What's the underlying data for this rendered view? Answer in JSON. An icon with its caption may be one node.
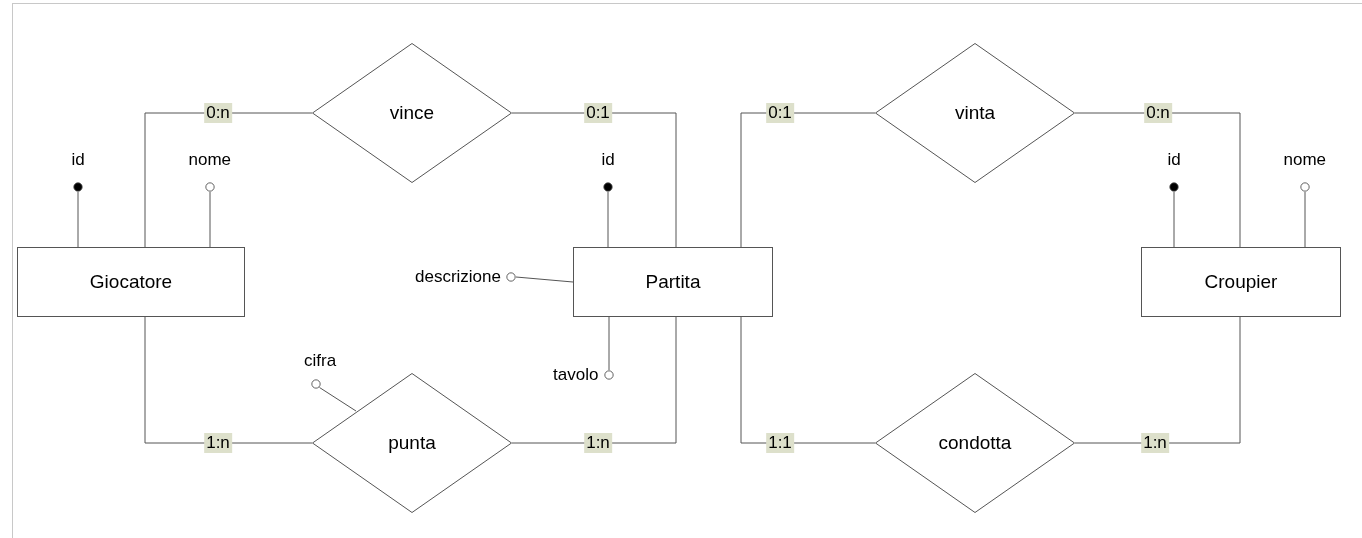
{
  "diagram": {
    "nodes": [
      {
        "text": [
          "vince"
        ]
      },
      {
        "text": [
          "vinta"
        ]
      },
      {
        "text": [],
        "shape": "dot",
        "beside": [
          "id"
        ]
      },
      {
        "text": [],
        "shape": "circle",
        "beside": [
          "nome"
        ]
      },
      {
        "text": [],
        "shape": "dot",
        "beside": [
          "id"
        ]
      },
      {
        "text": [],
        "shape": "dot",
        "beside": [
          "id"
        ]
      },
      {
        "text": [],
        "shape": "circle",
        "beside": [
          "nome"
        ]
      },
      {
        "text": [
          "Giocatore"
        ]
      },
      {
        "text": [],
        "shape": "circle",
        "beside": [
          "descrizione"
        ]
      },
      {
        "text": [
          "Partita"
        ]
      },
      {
        "text": [
          "Croupier"
        ]
      },
      {
        "text": [],
        "shape": "circle",
        "beside": [
          "cifra"
        ]
      },
      {
        "text": [],
        "shape": "circle",
        "beside": [
          "tavolo"
        ]
      },
      {
        "text": [
          "punta"
        ]
      },
      {
        "text": [
          "condotta"
        ]
      }
    ],
    "edges": [
      {
        "from": 7,
        "to": 0,
        "arrow": "none",
        "label": "0:n"
      },
      {
        "from": 0,
        "to": 9,
        "arrow": "none",
        "label": "0:1"
      },
      {
        "from": 9,
        "to": 1,
        "arrow": "none",
        "label": "0:1"
      },
      {
        "from": 1,
        "to": 10,
        "arrow": "none",
        "label": "0:n"
      },
      {
        "from": 7,
        "to": 13,
        "arrow": "none",
        "label": "1:n"
      },
      {
        "from": 13,
        "to": 9,
        "arrow": "none",
        "label": "1:n"
      },
      {
        "from": 9,
        "to": 14,
        "arrow": "none",
        "label": "1:1"
      },
      {
        "from": 14,
        "to": 10,
        "arrow": "none",
        "label": "1:n"
      },
      {
        "from": 2,
        "to": 7,
        "arrow": "none"
      },
      {
        "from": 3,
        "to": 7,
        "arrow": "none"
      },
      {
        "from": 4,
        "to": 9,
        "arrow": "none"
      },
      {
        "from": 8,
        "to": 9,
        "arrow": "none"
      },
      {
        "from": 12,
        "to": 9,
        "arrow": "none"
      },
      {
        "from": 11,
        "to": 13,
        "arrow": "none"
      },
      {
        "from": 5,
        "to": 10,
        "arrow": "none"
      },
      {
        "from": 6,
        "to": 10,
        "arrow": "none"
      }
    ]
  }
}
